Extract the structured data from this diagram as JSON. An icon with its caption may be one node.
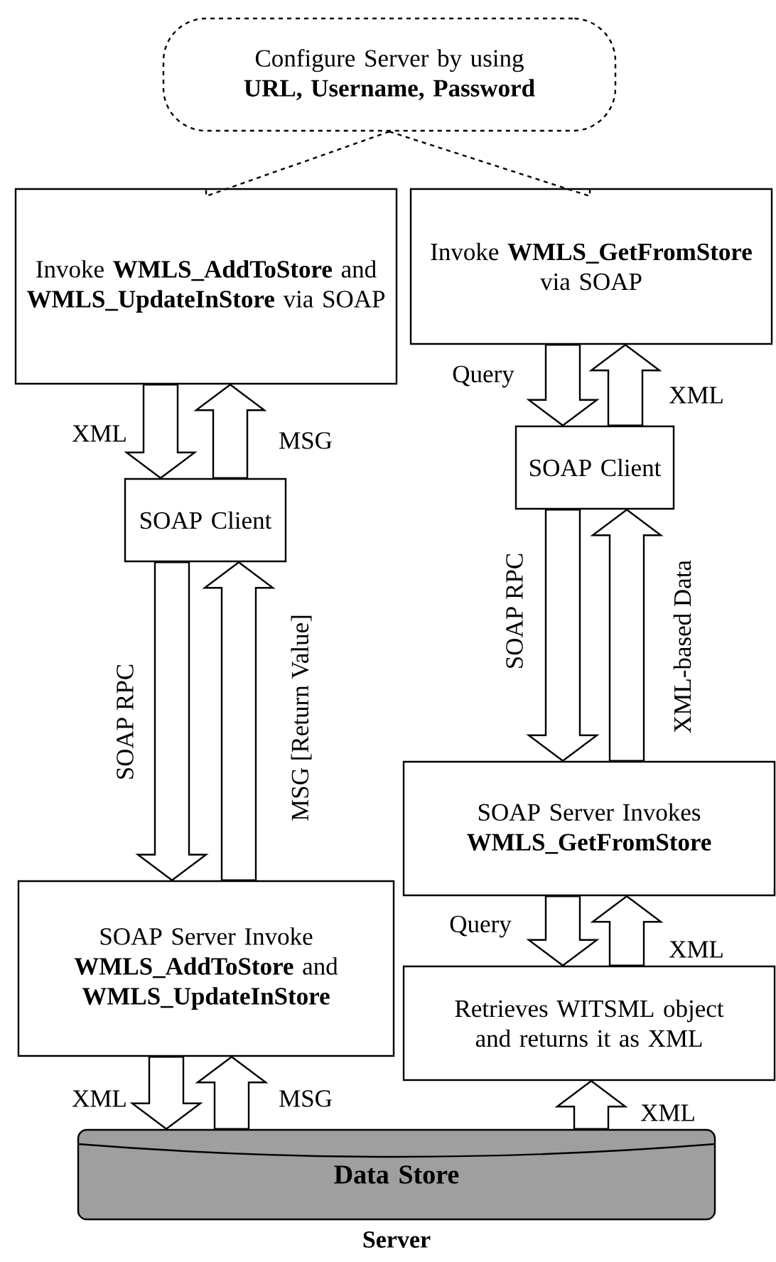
{
  "diagram": {
    "nodes": [
      {
        "text": [
          "Configure Server by using **URL, Username, Password**"
        ]
      },
      {
        "text": [
          "Invoke **WMLS_AddToStore** and **WMLS_UpdateInStore** via SOAP"
        ]
      },
      {
        "text": [
          "Invoke **WMLS_GetFromStore** via SOAP"
        ]
      },
      {
        "text": [
          "SOAP Client"
        ]
      },
      {
        "text": [
          "SOAP Client"
        ]
      },
      {
        "text": [
          "SOAP Server Invokes **WMLS_GetFromStore**"
        ]
      },
      {
        "text": [
          "SOAP Server Invoke **WMLS_AddToStore** and **WMLS_UpdateInStore**"
        ]
      },
      {
        "text": [
          "Retrieves WITSML object and returns it as XML"
        ]
      },
      {
        "text": [
          "Data Store"
        ],
        "beside": [
          "Server"
        ]
      }
    ],
    "edges": [
      {
        "from": 0,
        "to": 1,
        "arrow": "none",
        "style": "dashed"
      },
      {
        "from": 0,
        "to": 2,
        "arrow": "none",
        "style": "dashed"
      },
      {
        "from": 1,
        "to": 3,
        "arrow": "to",
        "label": "XML"
      },
      {
        "from": 3,
        "to": 1,
        "arrow": "to",
        "label": "MSG"
      },
      {
        "from": 2,
        "to": 4,
        "arrow": "to",
        "label": "Query"
      },
      {
        "from": 4,
        "to": 2,
        "arrow": "to",
        "label": "XML"
      },
      {
        "from": 3,
        "to": 6,
        "arrow": "to",
        "label": "SOAP  RPC"
      },
      {
        "from": 6,
        "to": 3,
        "arrow": "to",
        "label": "MSG [Return Value]"
      },
      {
        "from": 4,
        "to": 5,
        "arrow": "to",
        "label": "SOAP  RPC"
      },
      {
        "from": 5,
        "to": 4,
        "arrow": "to",
        "label": "XML-based Data"
      },
      {
        "from": 5,
        "to": 7,
        "arrow": "to",
        "label": "Query"
      },
      {
        "from": 7,
        "to": 5,
        "arrow": "to",
        "label": "XML"
      },
      {
        "from": 6,
        "to": 8,
        "arrow": "to",
        "label": "XML"
      },
      {
        "from": 8,
        "to": 6,
        "arrow": "to",
        "label": "MSG"
      },
      {
        "from": 8,
        "to": 7,
        "arrow": "to",
        "label": "XML"
      }
    ]
  }
}
